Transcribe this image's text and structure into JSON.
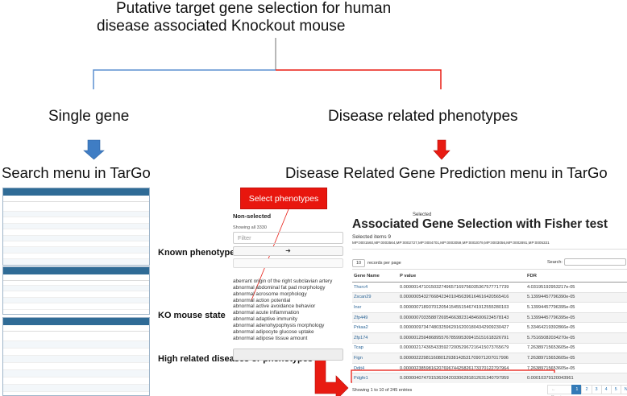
{
  "title": {
    "line1": "Putative target gene selection for human",
    "line2": "disease associated Knockout mouse"
  },
  "branches": {
    "left": "Single gene",
    "right": "Disease related phenotypes"
  },
  "menus": {
    "left": "Search menu in TarGo",
    "right": "Disease Related Gene Prediction menu in TarGo"
  },
  "side_labels": {
    "known": "Known phenotype",
    "ko": "KO mouse state",
    "high": "High related diseases or phenotypes"
  },
  "selector": {
    "button": "Select phenotypes",
    "non_selected": "Non-selected",
    "showing": "Showing all 3330",
    "filter_placeholder": "Filter",
    "arrow": "➜",
    "phenotypes": [
      "aberrant origin of the right subclavian artery",
      "abnormal abdominal fat pad morphology",
      "abnormal acrosome morphology",
      "abnormal action potential",
      "abnormal active avoidance behavior",
      "abnormal acute inflammation",
      "abnormal adaptive immunity",
      "abnormal adenohypophysis morphology",
      "abnormal adipocyte glucose uptake",
      "abnormal adipose tissue amount"
    ]
  },
  "result": {
    "selected_word": "Selected",
    "title": "Associated Gene Selection with Fisher test",
    "selected_items": "Selected items  9",
    "mp_terms": "MP:0001560,MP:0003564,MP:0002727,MP:0004701,MP:0003059,MP:0002079,MP:0003056,MP:0002891,MP:0005331",
    "length_value": "10",
    "length_suffix": "records per page",
    "search_label": "Search:",
    "columns": [
      "Gene Name",
      "P value",
      "FDR"
    ],
    "rows": [
      {
        "gene": "Thsrc4",
        "p": "0.000001471015032749657169756035367577717739",
        "fdr": "4.03195192953217e-05"
      },
      {
        "gene": "Zscan29",
        "p": "0.000000543276684234010456396164616420565416",
        "fdr": "5.13994457796390e-05"
      },
      {
        "gene": "Insr",
        "p": "0.000000718937012054154551546741912555280103",
        "fdr": "5.13994457796395e-05"
      },
      {
        "gene": "Zfp449",
        "p": "0.000000703358872695466382314846006234578143",
        "fdr": "5.13994457796395e-05"
      },
      {
        "gene": "Prkaa2",
        "p": "0.000000973474803259629162001804342909230427",
        "fdr": "5.33464219392866e-05"
      },
      {
        "gene": "Zfp174",
        "p": "0.000001259486895576785995309415151618326791",
        "fdr": "5.75165082034270e-05"
      },
      {
        "gene": "Tcap",
        "p": "0.000002174365433592720052967216415073765679",
        "fdr": "7.26389715653605e-05"
      },
      {
        "gene": "Fign",
        "p": "0.000002229811608012938143531709071207017906",
        "fdr": "7.26389715653605e-05"
      },
      {
        "gene": "Ddit4",
        "p": "0.000002385981620769674425826173370122797964",
        "fdr": "7.26389715653605e-05"
      },
      {
        "gene": "Pdgfe1",
        "p": "0.000004074701536204203306281812631340797959",
        "fdr": "0.00010379120043961"
      }
    ],
    "entries": "Showing 1 to 10 of 245 entries",
    "pager": [
      "← Previous",
      "1",
      "2",
      "3",
      "4",
      "5",
      "Next →"
    ]
  },
  "colors": {
    "left_path": "#5b8fd0",
    "right_path": "#e81b12",
    "panel_header": "#2f6b96"
  }
}
